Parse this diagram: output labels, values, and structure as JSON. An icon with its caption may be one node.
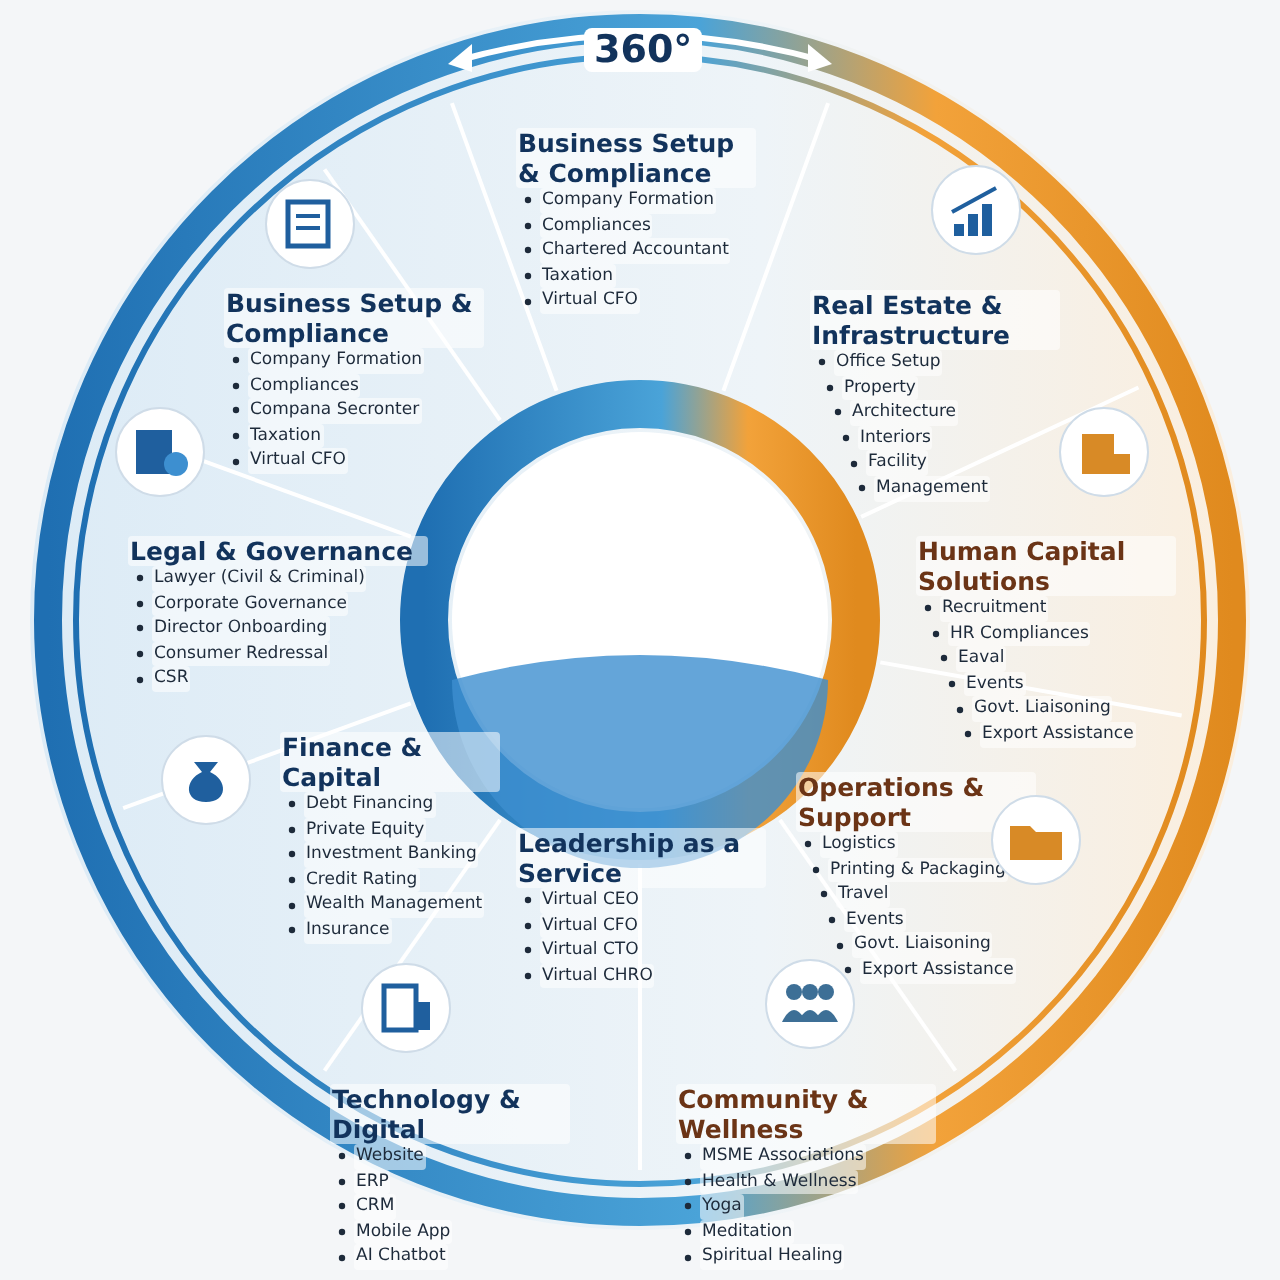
{
  "diagram": {
    "nodes": [
      {
        "text": [
          "Business Setup & Compliance",
          "Company Formation",
          "Compliances",
          "Chartered Accountant",
          "Taxation",
          "Virtual CFO"
        ]
      },
      {
        "text": [
          "Real Estate & Infrastructure",
          "Office Setup",
          "Property",
          "Architecture",
          "Interiors",
          "Facility",
          "Management"
        ]
      },
      {
        "text": [
          "Human Capital Solutions",
          "Recruitment",
          "HR Compliances",
          "Eaval",
          "Events",
          "Govt. Liaisoning",
          "Export Assistance"
        ]
      },
      {
        "text": [
          "Operations & Support",
          "Logistics",
          "Printing & Packaging",
          "Travel",
          "Events",
          "Govt. Liaisoning",
          "Export Assistance"
        ]
      },
      {
        "text": [
          "Community & Wellness",
          "MSME Associations",
          "Health & Wellness",
          "Yoga",
          "Meditation",
          "Spiritual Healing"
        ]
      },
      {
        "text": [
          "Leadership as a Service",
          "Virtual CEO",
          "Virtual CFO",
          "Virtual CTO",
          "Virtual CHRO"
        ]
      },
      {
        "text": [
          "Technology & Digital",
          "Website",
          "ERP",
          "CRM",
          "Mobile App",
          "AI Chatbot"
        ]
      },
      {
        "text": [
          "Finance & Capital",
          "Debt Financing",
          "Private Equity",
          "Investment Banking",
          "Credit Rating",
          "Wealth Management",
          "Insurance"
        ]
      },
      {
        "text": [
          "Legal & Governance",
          "Lawyer (Civil & Criminal)",
          "Corporate Governance",
          "Director Onboarding",
          "Consumer Redressal",
          "CSR"
        ]
      },
      {
        "text": [
          "Business Setup & Compliance",
          "Company Formation",
          "Compliances",
          "Compana Secronter",
          "Taxation",
          "Virtual CFO"
        ]
      }
    ],
    "labels": [
      "360°"
    ]
  }
}
